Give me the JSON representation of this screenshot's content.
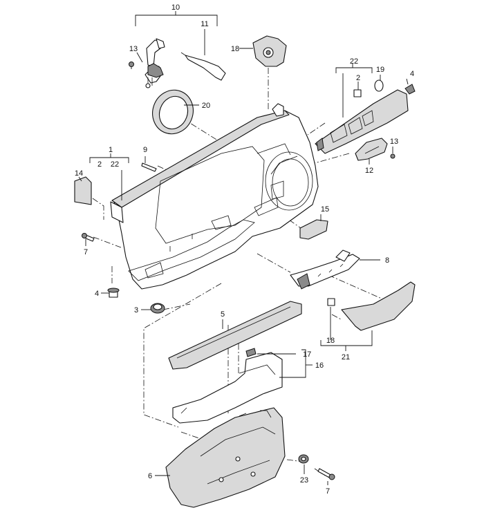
{
  "callouts": {
    "c1": "1",
    "c2a": "2",
    "c22a": "22",
    "c2b": "2",
    "c22b": "22",
    "c3": "3",
    "c4a": "4",
    "c4b": "4",
    "c5": "5",
    "c6": "6",
    "c7a": "7",
    "c7b": "7",
    "c8": "8",
    "c9": "9",
    "c10": "10",
    "c11": "11",
    "c12": "12",
    "c13a": "13",
    "c13b": "13",
    "c14": "14",
    "c15": "15",
    "c16": "16",
    "c17": "17",
    "c18a": "18",
    "c18b": "18",
    "c19": "19",
    "c20": "20",
    "c21": "21",
    "c23": "23"
  }
}
